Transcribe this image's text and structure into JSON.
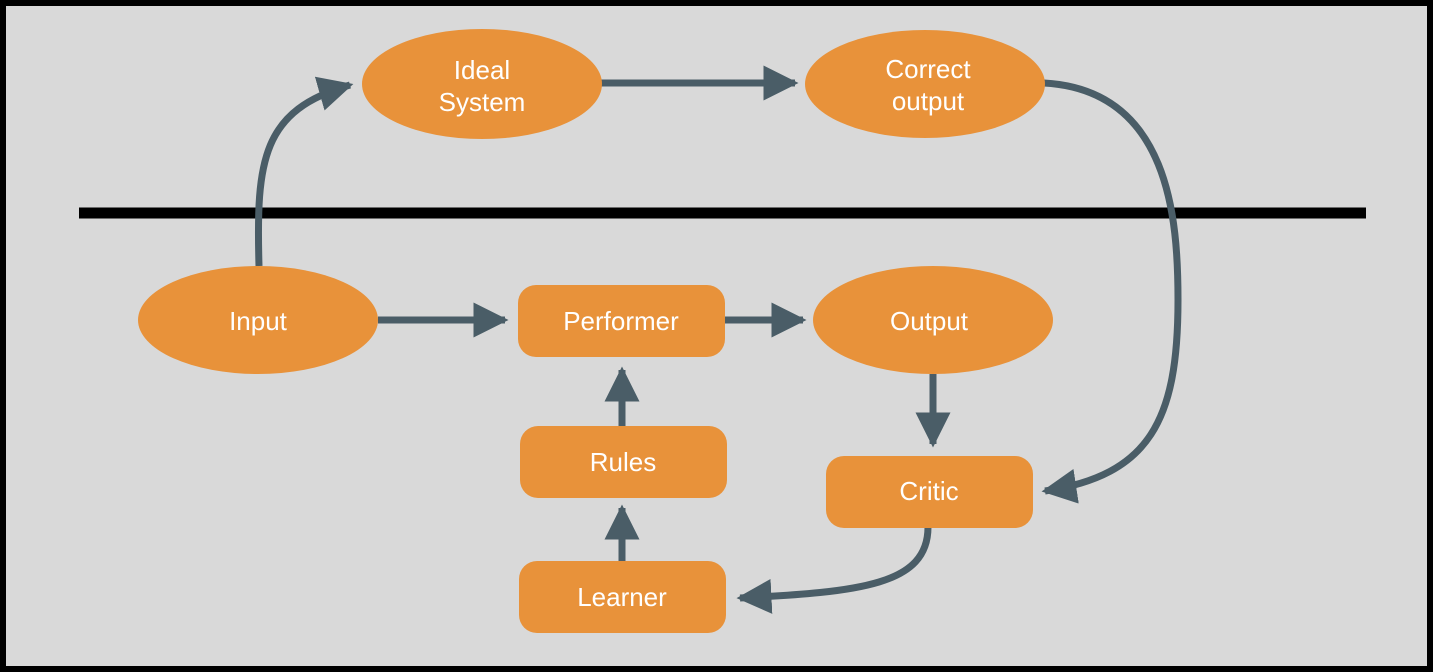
{
  "colors": {
    "frame": "#000000",
    "background": "#d9d9d9",
    "node_fill": "#e8923a",
    "arrow": "#4a5d67",
    "divider": "#000000",
    "text": "#ffffff"
  },
  "nodes": {
    "ideal_system": {
      "line1": "Ideal",
      "line2": "System",
      "shape": "ellipse"
    },
    "correct_output": {
      "line1": "Correct",
      "line2": "output",
      "shape": "ellipse"
    },
    "input": {
      "label": "Input",
      "shape": "ellipse"
    },
    "performer": {
      "label": "Performer",
      "shape": "rounded-rect"
    },
    "output": {
      "label": "Output",
      "shape": "ellipse"
    },
    "rules": {
      "label": "Rules",
      "shape": "rounded-rect"
    },
    "critic": {
      "label": "Critic",
      "shape": "rounded-rect"
    },
    "learner": {
      "label": "Learner",
      "shape": "rounded-rect"
    }
  },
  "edges": [
    {
      "from": "Input",
      "to": "Ideal System"
    },
    {
      "from": "Ideal System",
      "to": "Correct output"
    },
    {
      "from": "Correct output",
      "to": "Critic"
    },
    {
      "from": "Input",
      "to": "Performer"
    },
    {
      "from": "Performer",
      "to": "Output"
    },
    {
      "from": "Output",
      "to": "Critic"
    },
    {
      "from": "Critic",
      "to": "Learner"
    },
    {
      "from": "Learner",
      "to": "Rules"
    },
    {
      "from": "Rules",
      "to": "Performer"
    }
  ]
}
